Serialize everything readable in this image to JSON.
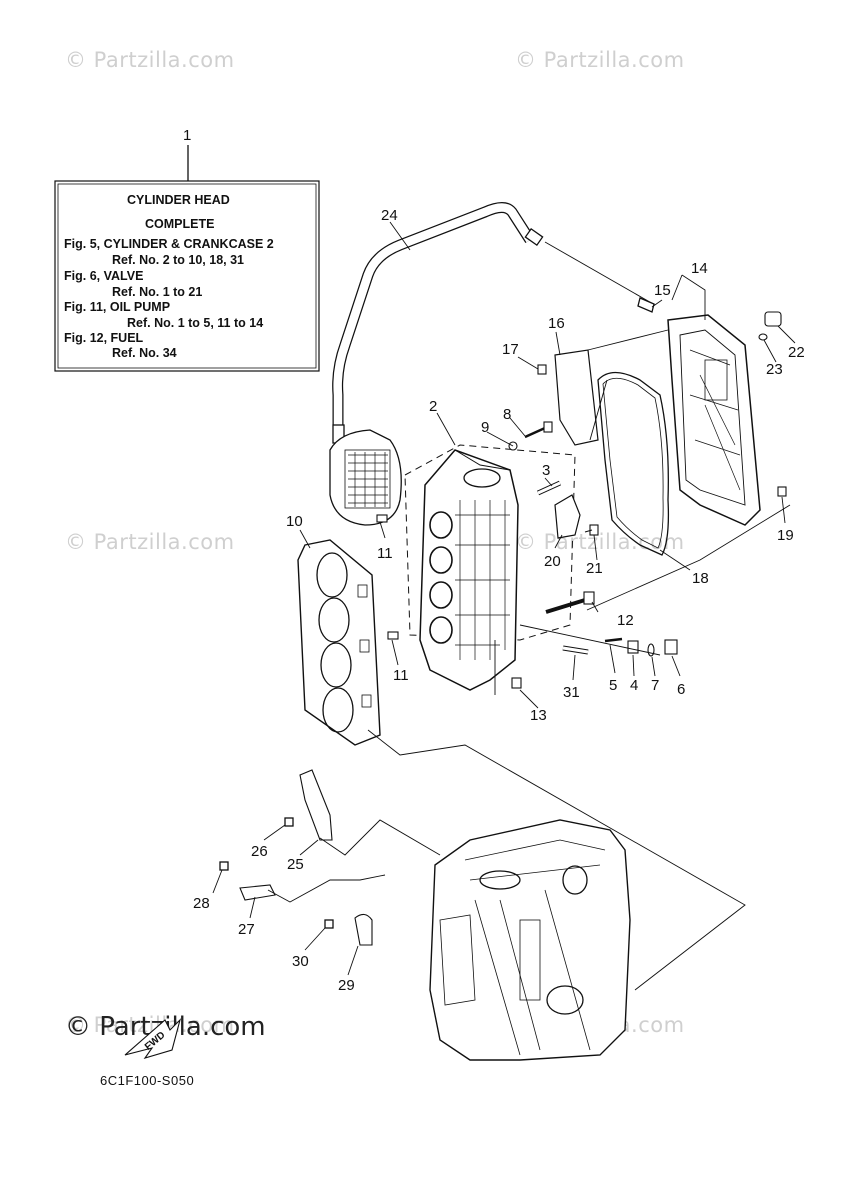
{
  "watermarks": [
    "© Partzilla.com",
    "© Partzilla.com",
    "© Partzilla.com",
    "© Partzilla.com",
    "© Partzilla.com",
    "© Partzilla.com"
  ],
  "logo_text": "© Partzilla.com",
  "diagram_code": "6C1F100-S050",
  "fwd_arrow": "FWD",
  "info_box": {
    "ref_number": "1",
    "title_line1": "CYLINDER HEAD",
    "title_line2": "COMPLETE",
    "lines": [
      "Fig. 5, CYLINDER & CRANKCASE 2",
      "Ref. No. 2 to 10, 18, 31",
      "Fig. 6, VALVE",
      "Ref. No. 1 to 21",
      "Fig. 11, OIL PUMP",
      "Ref. No. 1 to 5, 11 to 14",
      "Fig. 12, FUEL",
      "Ref. No. 34"
    ]
  },
  "callouts": [
    "2",
    "3",
    "4",
    "5",
    "6",
    "7",
    "8",
    "9",
    "10",
    "11",
    "11",
    "12",
    "13",
    "14",
    "15",
    "16",
    "17",
    "18",
    "19",
    "20",
    "21",
    "22",
    "23",
    "24",
    "25",
    "26",
    "27",
    "28",
    "29",
    "30",
    "31"
  ]
}
